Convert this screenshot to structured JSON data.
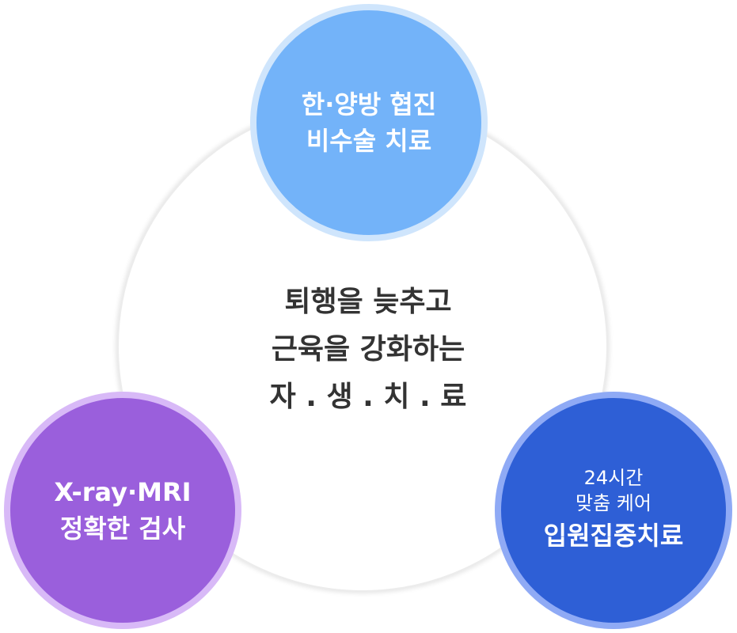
{
  "center": {
    "lines": [
      "퇴행을 늦추고",
      "근육을 강화하는",
      "자 . 생 . 치 . 료"
    ]
  },
  "top_circle": {
    "lines": [
      "한·양방 협진",
      "비수술 치료"
    ],
    "color": "#73b3f9"
  },
  "left_circle": {
    "lines": [
      "X-ray·MRI",
      "정확한 검사"
    ],
    "color": "#9a5fdc"
  },
  "right_circle": {
    "small_lines": [
      "24시간",
      "맞춤 케어"
    ],
    "title": "입원집중치료",
    "color": "#2e5fd6"
  }
}
